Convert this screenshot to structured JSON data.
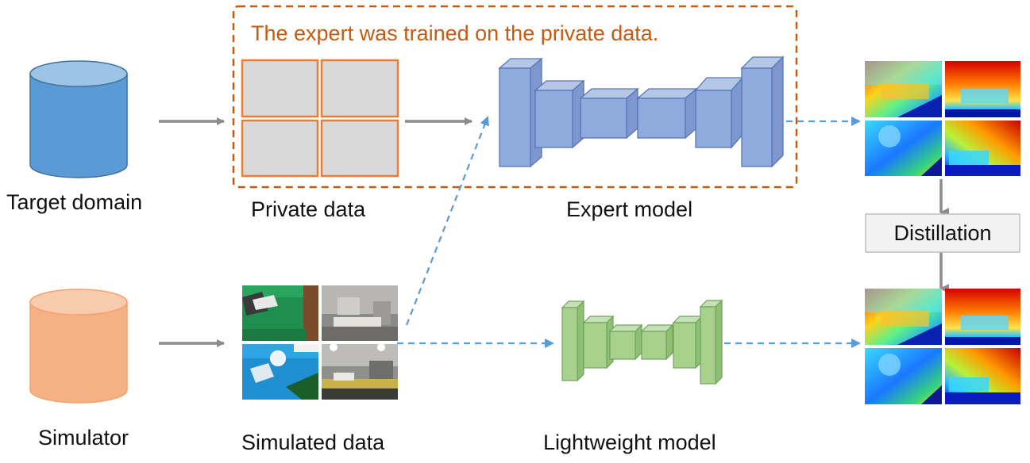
{
  "colors": {
    "accent_orange": "#c55a11",
    "target_db_fill": "#5b9bd5",
    "simulator_db_fill": "#f4b183",
    "expert_block": "#8faadc",
    "light_block": "#a9d18e",
    "arrow_gray": "#8c8c8c",
    "arrow_blue": "#5b9bd5"
  },
  "labels": {
    "target_domain": "Target domain",
    "simulator": "Simulator",
    "private_data": "Private  data",
    "simulated_data": "Simulated data",
    "expert_model": "Expert model",
    "lightweight_model": "Lightweight model",
    "distillation": "Distillation",
    "private_note": "The expert was trained on the private data."
  },
  "icons": {
    "target_db": "database-cylinder-icon",
    "simulator_db": "database-cylinder-icon",
    "expert": "encoder-decoder-network-icon",
    "lightweight": "encoder-decoder-network-icon",
    "depth_maps": "depth-map-thumbnail-icon",
    "sim_images": "rendered-scene-thumbnail-icon"
  }
}
